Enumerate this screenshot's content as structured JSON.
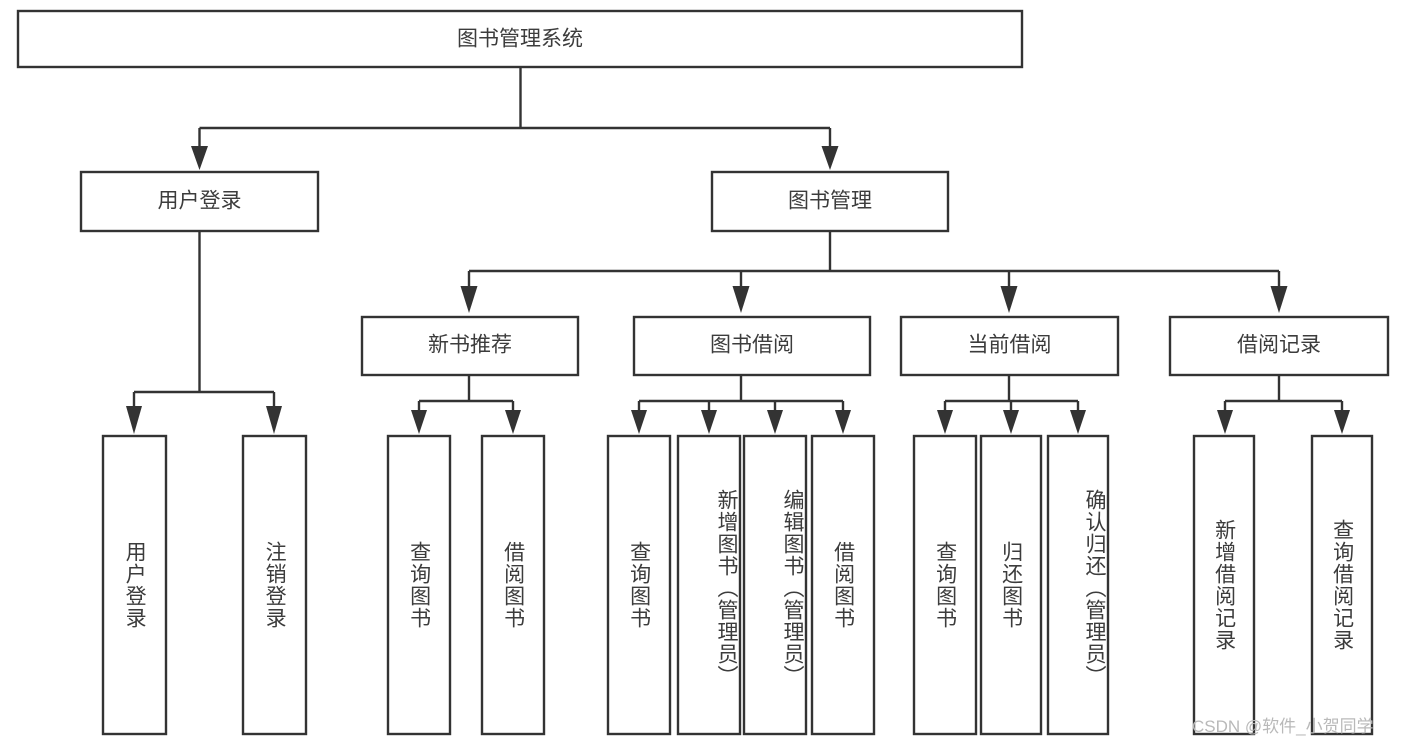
{
  "diagram": {
    "title": "图书管理系统",
    "watermark": "CSDN @软件_小贺同学",
    "colors": {
      "background": "#ffffff",
      "box_fill": "#ffffff",
      "box_stroke": "#333333",
      "text": "#3c3c3c",
      "watermark": "#b9b9b9"
    },
    "levels": {
      "root": {
        "label": "图书管理系统"
      },
      "level1": [
        {
          "label": "用户登录"
        },
        {
          "label": "图书管理"
        }
      ],
      "level2": [
        {
          "label": "新书推荐"
        },
        {
          "label": "图书借阅"
        },
        {
          "label": "当前借阅"
        },
        {
          "label": "借阅记录"
        }
      ],
      "leaves": {
        "user_login": [
          {
            "label": "用户登录"
          },
          {
            "label": "注销登录"
          }
        ],
        "new_book_recommend": [
          {
            "label": "查询图书"
          },
          {
            "label": "借阅图书"
          }
        ],
        "book_borrow": [
          {
            "label": "查询图书"
          },
          {
            "label": "新增图书（管理员）"
          },
          {
            "label": "编辑图书（管理员）"
          },
          {
            "label": "借阅图书"
          }
        ],
        "current_borrow": [
          {
            "label": "查询图书"
          },
          {
            "label": "归还图书"
          },
          {
            "label": "确认归还（管理员）"
          }
        ],
        "borrow_record": [
          {
            "label": "新增借阅记录"
          },
          {
            "label": "查询借阅记录"
          }
        ]
      }
    }
  }
}
